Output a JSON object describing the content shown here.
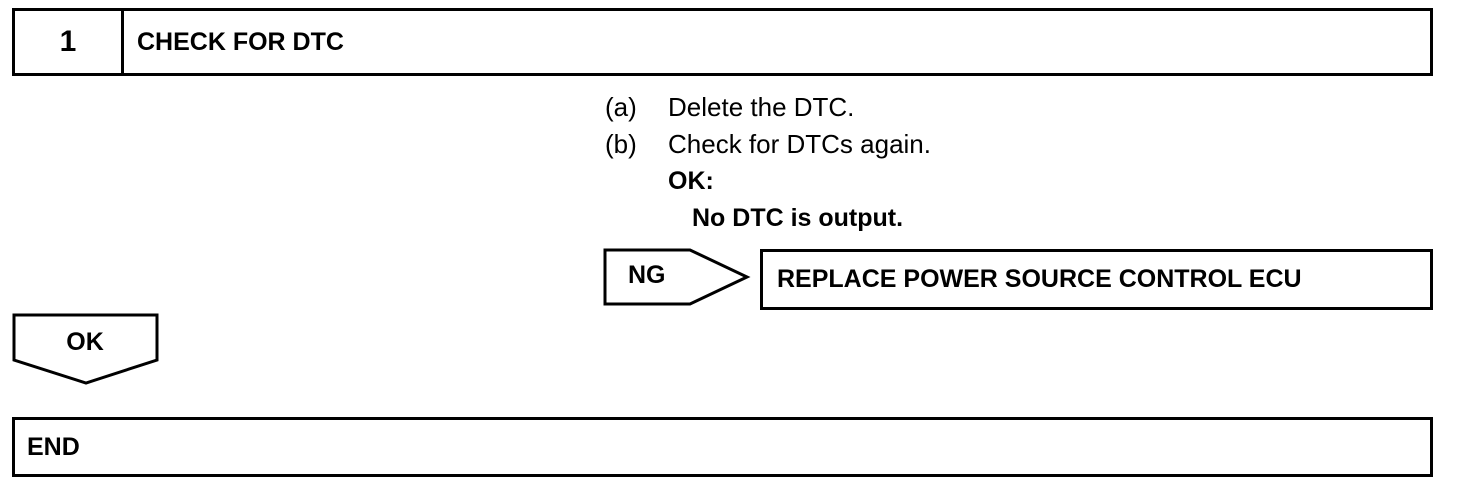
{
  "step": {
    "number": "1",
    "title": "CHECK FOR DTC"
  },
  "instructions": [
    {
      "tag": "(a)",
      "text": "Delete the DTC."
    },
    {
      "tag": "(b)",
      "text": "Check for DTCs again."
    }
  ],
  "result": {
    "ok_heading": "OK:",
    "ok_condition": "No DTC is output."
  },
  "ng_branch": {
    "label": "NG",
    "action": "REPLACE POWER SOURCE CONTROL ECU"
  },
  "ok_branch": {
    "label": "OK"
  },
  "end": {
    "label": "END"
  }
}
